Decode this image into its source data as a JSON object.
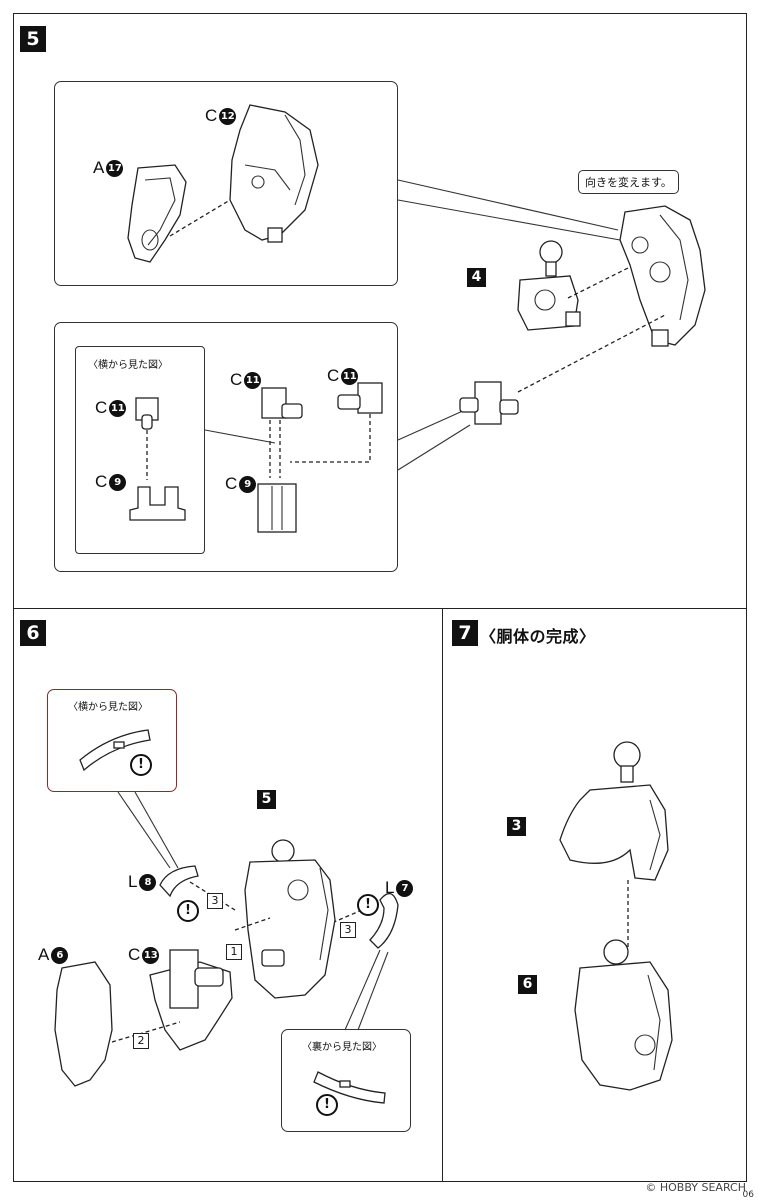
{
  "step5": {
    "number": "5",
    "bubble": "向きを変えます。",
    "side_view": "〈横から見た図〉",
    "parts": {
      "a17": {
        "letter": "A",
        "num": "17"
      },
      "c12": {
        "letter": "C",
        "num": "12"
      },
      "sub4": "4",
      "c11a": {
        "letter": "C",
        "num": "11"
      },
      "c11b": {
        "letter": "C",
        "num": "11"
      },
      "c11c": {
        "letter": "C",
        "num": "11"
      },
      "c9a": {
        "letter": "C",
        "num": "9"
      },
      "c9b": {
        "letter": "C",
        "num": "9"
      }
    }
  },
  "step6": {
    "number": "6",
    "side_view": "〈横から見た図〉",
    "back_view": "〈裏から見た図〉",
    "sub5": "5",
    "parts": {
      "l8": {
        "letter": "L",
        "num": "8"
      },
      "l7": {
        "letter": "L",
        "num": "7"
      },
      "a6": {
        "letter": "A",
        "num": "6"
      },
      "c13": {
        "letter": "C",
        "num": "13"
      }
    },
    "order": [
      "1",
      "2",
      "3",
      "3"
    ],
    "caution": "!"
  },
  "step7": {
    "number": "7",
    "title": "〈胴体の完成〉",
    "sub3": "3",
    "sub6": "6"
  },
  "footer": {
    "logo": "© HOBBY SEARCH",
    "page": "06"
  }
}
